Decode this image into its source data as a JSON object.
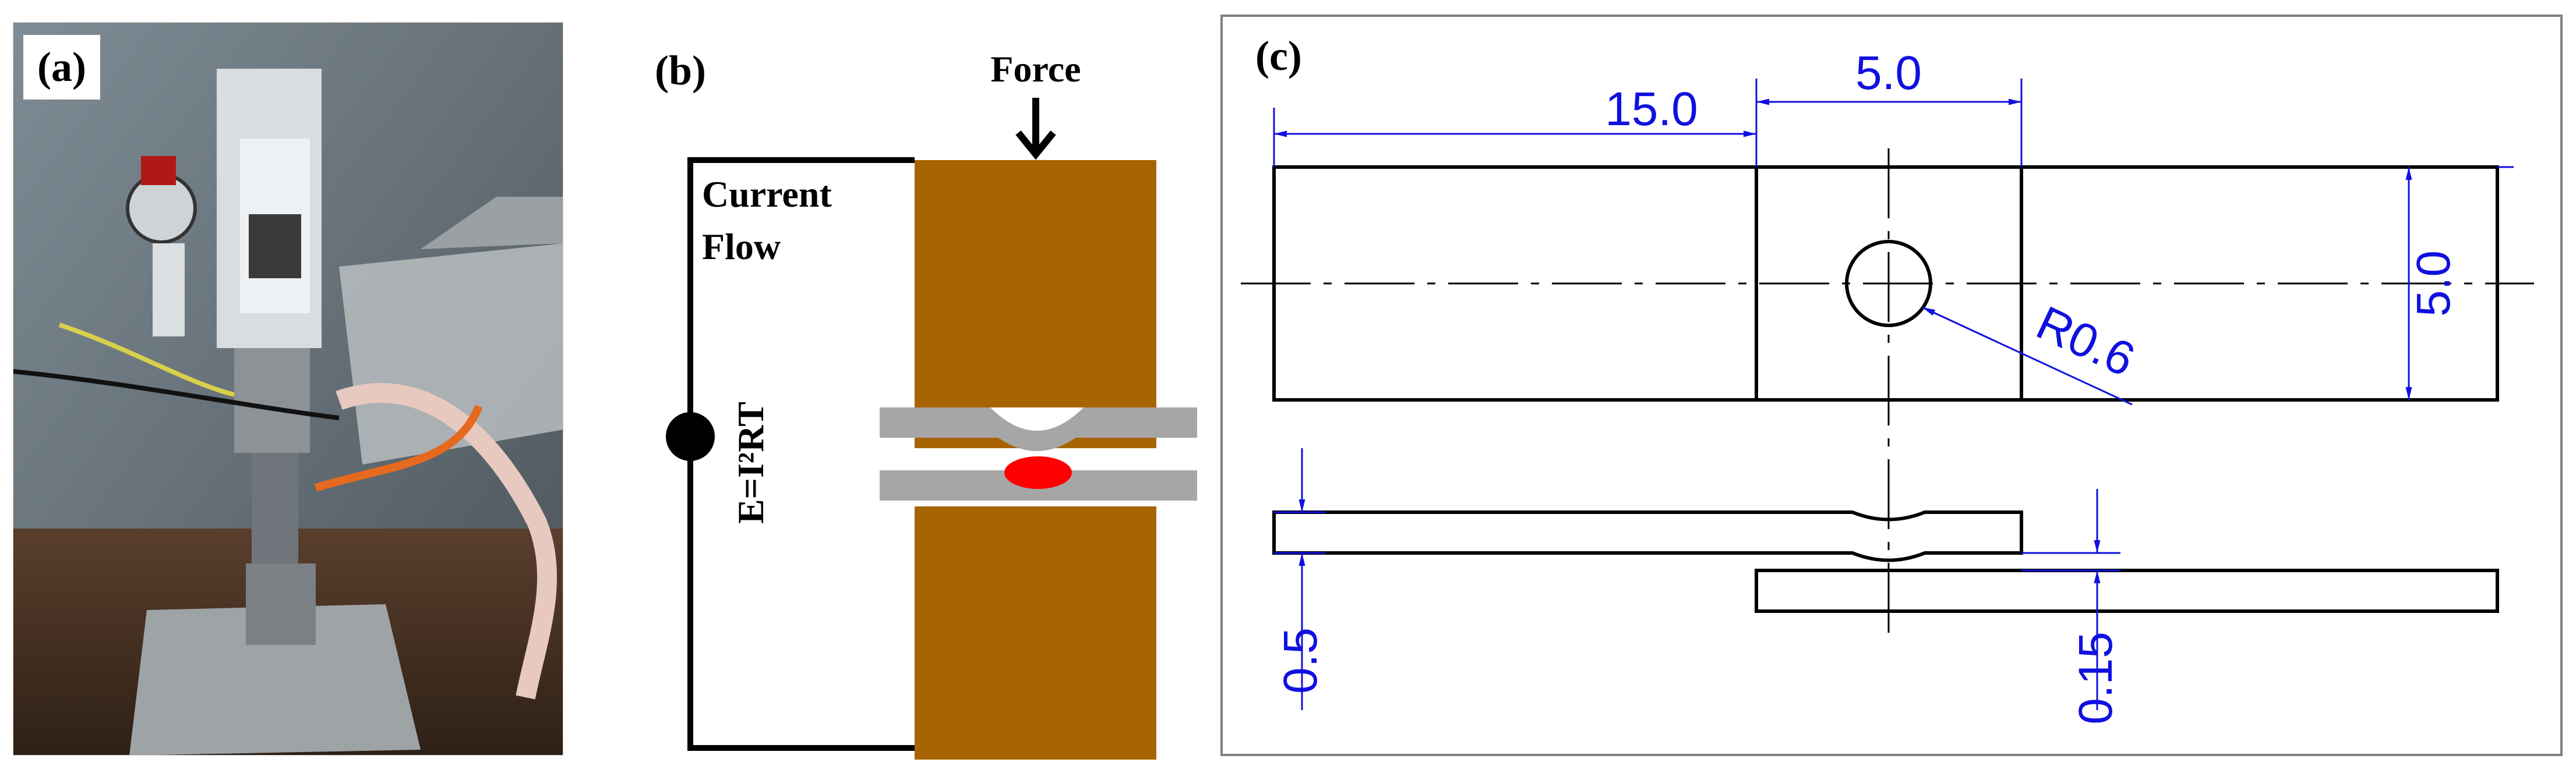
{
  "panels": {
    "a": {
      "label": "(a)"
    },
    "b": {
      "label": "(b)",
      "force_label": "Force",
      "current_label_line1": "Current",
      "current_label_line2": "Flow",
      "energy_label": "E=I²RT",
      "colors": {
        "electrode": "#A86400",
        "sheet": "#A6A6A6",
        "nugget": "#FF0000",
        "wire": "#000000"
      }
    },
    "c": {
      "label": "(c)",
      "dim_length": "15.0",
      "dim_overlap": "5.0",
      "dim_width": "5.0",
      "dim_radius": "R0.6",
      "dim_thickness": "0.5",
      "dim_gap": "0.15",
      "colors": {
        "dimension": "#1010E0",
        "outline": "#000000",
        "frame": "#808080"
      }
    }
  }
}
